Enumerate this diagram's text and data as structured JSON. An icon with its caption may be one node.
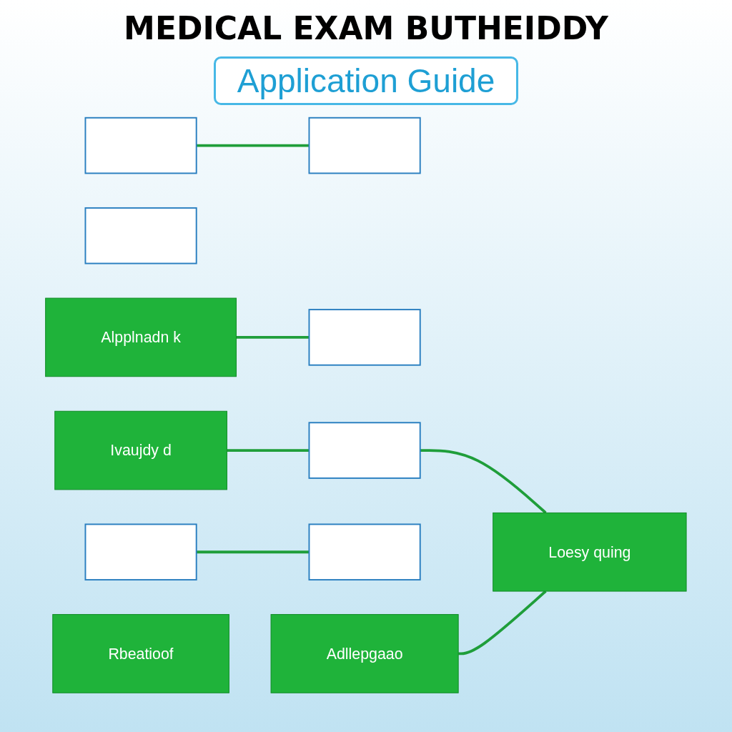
{
  "diagram": {
    "title": "MEDICAL EXAM BUTHEIDDY",
    "caption": "Application Guide",
    "nodes": [
      {
        "text": [],
        "shape": "box"
      },
      {
        "text": [],
        "shape": "box"
      },
      {
        "text": [],
        "shape": "box"
      },
      {
        "text": [
          "Alpplnadn k"
        ]
      },
      {
        "text": [],
        "shape": "box"
      },
      {
        "text": [],
        "shape": "box"
      },
      {
        "text": [
          "Ivaujdy d"
        ]
      },
      {
        "text": [],
        "shape": "box"
      },
      {
        "text": [],
        "shape": "box"
      },
      {
        "text": [
          "Adllepgaao"
        ]
      },
      {
        "text": [
          "Loesy quing"
        ]
      },
      {
        "text": [
          "Rbeatioof"
        ]
      }
    ],
    "edges": [
      {
        "from": 0,
        "to": 2,
        "arrow": "none"
      },
      {
        "from": 3,
        "to": 4,
        "arrow": "none"
      },
      {
        "from": 5,
        "to": 8,
        "arrow": "none"
      },
      {
        "from": 6,
        "to": 7,
        "arrow": "none"
      },
      {
        "from": 7,
        "to": 10,
        "arrow": "none"
      },
      {
        "from": 9,
        "to": 10,
        "arrow": "none"
      }
    ]
  }
}
